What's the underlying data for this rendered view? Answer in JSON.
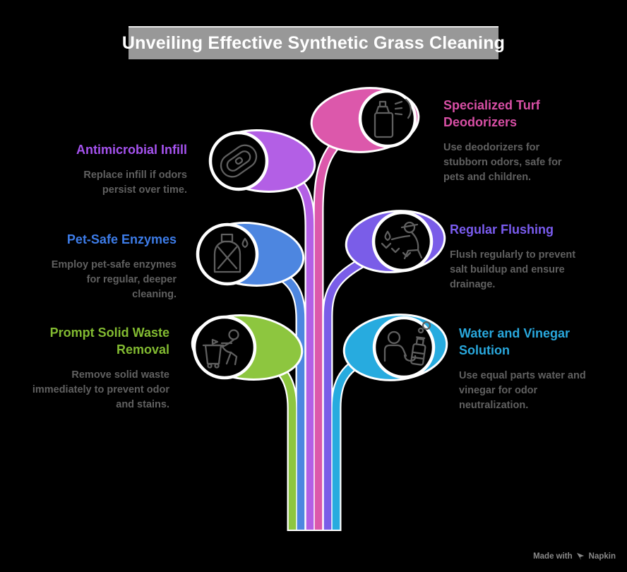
{
  "title": {
    "text": "Unveiling Effective Synthetic Grass Cleaning",
    "bg_color": "#989898",
    "text_color": "#ffffff"
  },
  "canvas": {
    "background": "#000000",
    "icon_stroke": "#5f5f5f",
    "outline": "#ffffff"
  },
  "branches": [
    {
      "name": "specialized-turf-deodorizers",
      "title": "Specialized Turf Deodorizers",
      "body": "Use deodorizers for stubborn odors, safe for pets and children.",
      "color": "#dc58ab",
      "title_color": "#d84fa5",
      "icon": "spray-can-icon",
      "side": "right"
    },
    {
      "name": "antimicrobial-infill",
      "title": "Antimicrobial Infill",
      "body": "Replace infill if odors persist over time.",
      "color": "#b35fe5",
      "title_color": "#a653f0",
      "icon": "infill-pad-icon",
      "side": "left"
    },
    {
      "name": "pet-safe-enzymes",
      "title": "Pet-Safe Enzymes",
      "body": "Employ pet-safe enzymes for regular, deeper cleaning.",
      "color": "#4d86e0",
      "title_color": "#3d7ce8",
      "icon": "enzyme-bottle-icon",
      "side": "left"
    },
    {
      "name": "regular-flushing",
      "title": "Regular Flushing",
      "body": "Flush regularly to prevent salt buildup and ensure drainage.",
      "color": "#7a5de8",
      "title_color": "#7a5cf0",
      "icon": "flushing-watering-icon",
      "side": "right"
    },
    {
      "name": "prompt-solid-waste-removal",
      "title": "Prompt Solid Waste Removal",
      "body": "Remove solid waste immediately to prevent odor and stains.",
      "color": "#8dc63f",
      "title_color": "#82ba31",
      "icon": "waste-bin-person-icon",
      "side": "left"
    },
    {
      "name": "water-and-vinegar-solution",
      "title": "Water and Vinegar Solution",
      "body": "Use equal parts water and vinegar for odor neutralization.",
      "color": "#27abdf",
      "title_color": "#29a8dd",
      "icon": "person-bottle-icon",
      "side": "right"
    }
  ],
  "watermark": {
    "prefix": "Made with",
    "brand": "Napkin"
  }
}
